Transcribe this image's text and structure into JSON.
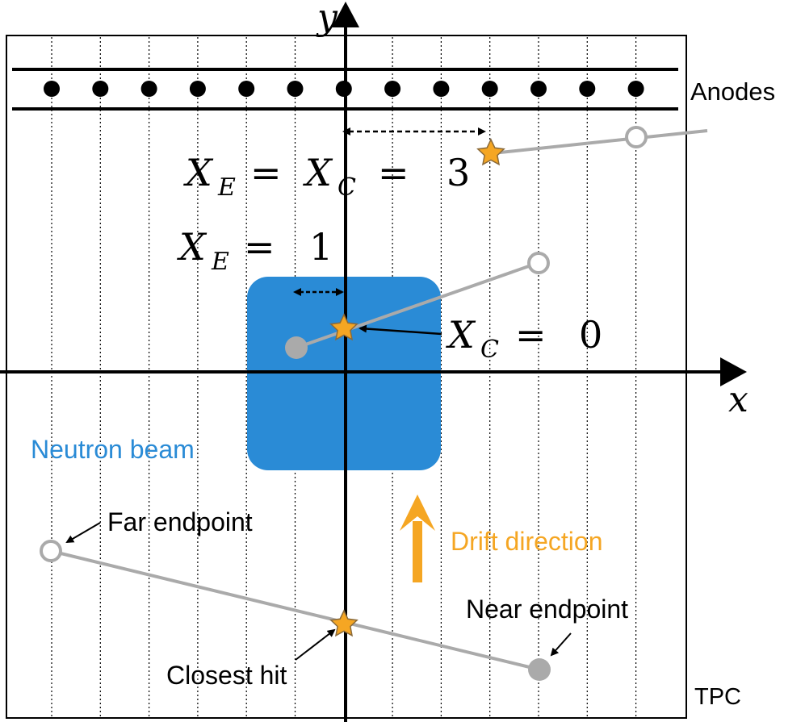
{
  "labels": {
    "anodes": "Anodes",
    "tpc": "TPC",
    "neutron_beam": "Neutron beam",
    "drift_direction": "Drift direction",
    "far_endpoint": "Far endpoint",
    "near_endpoint": "Near endpoint",
    "closest_hit": "Closest hit"
  },
  "axes": {
    "x": "x",
    "y": "y"
  },
  "annotations": {
    "top_X": "X",
    "top_E": "E",
    "top_eq1": "=",
    "top_X2": "X",
    "top_C": "C",
    "top_eq2": "=",
    "top_val": "3",
    "mid_X": "X",
    "mid_E": "E",
    "mid_eq": "=",
    "mid_val": "1",
    "xc_X": "X",
    "xc_C": "C",
    "xc_eq": "=",
    "xc_val": "0"
  },
  "colors": {
    "beam": "#2a8bd6",
    "drift_arrow": "#f5a623",
    "track": "#aaaaaa",
    "star_fill": "#f5a623",
    "star_stroke": "#8a6a3a",
    "endpoint_filled": "#aaaaaa",
    "neutron_text": "#2a8bd6",
    "drift_text": "#f5a623"
  },
  "icons": {
    "closest_hit_marker": "star-icon",
    "endpoint_open": "open-circle-icon",
    "endpoint_filled": "filled-circle-icon",
    "anode_wire": "filled-dot-icon"
  }
}
